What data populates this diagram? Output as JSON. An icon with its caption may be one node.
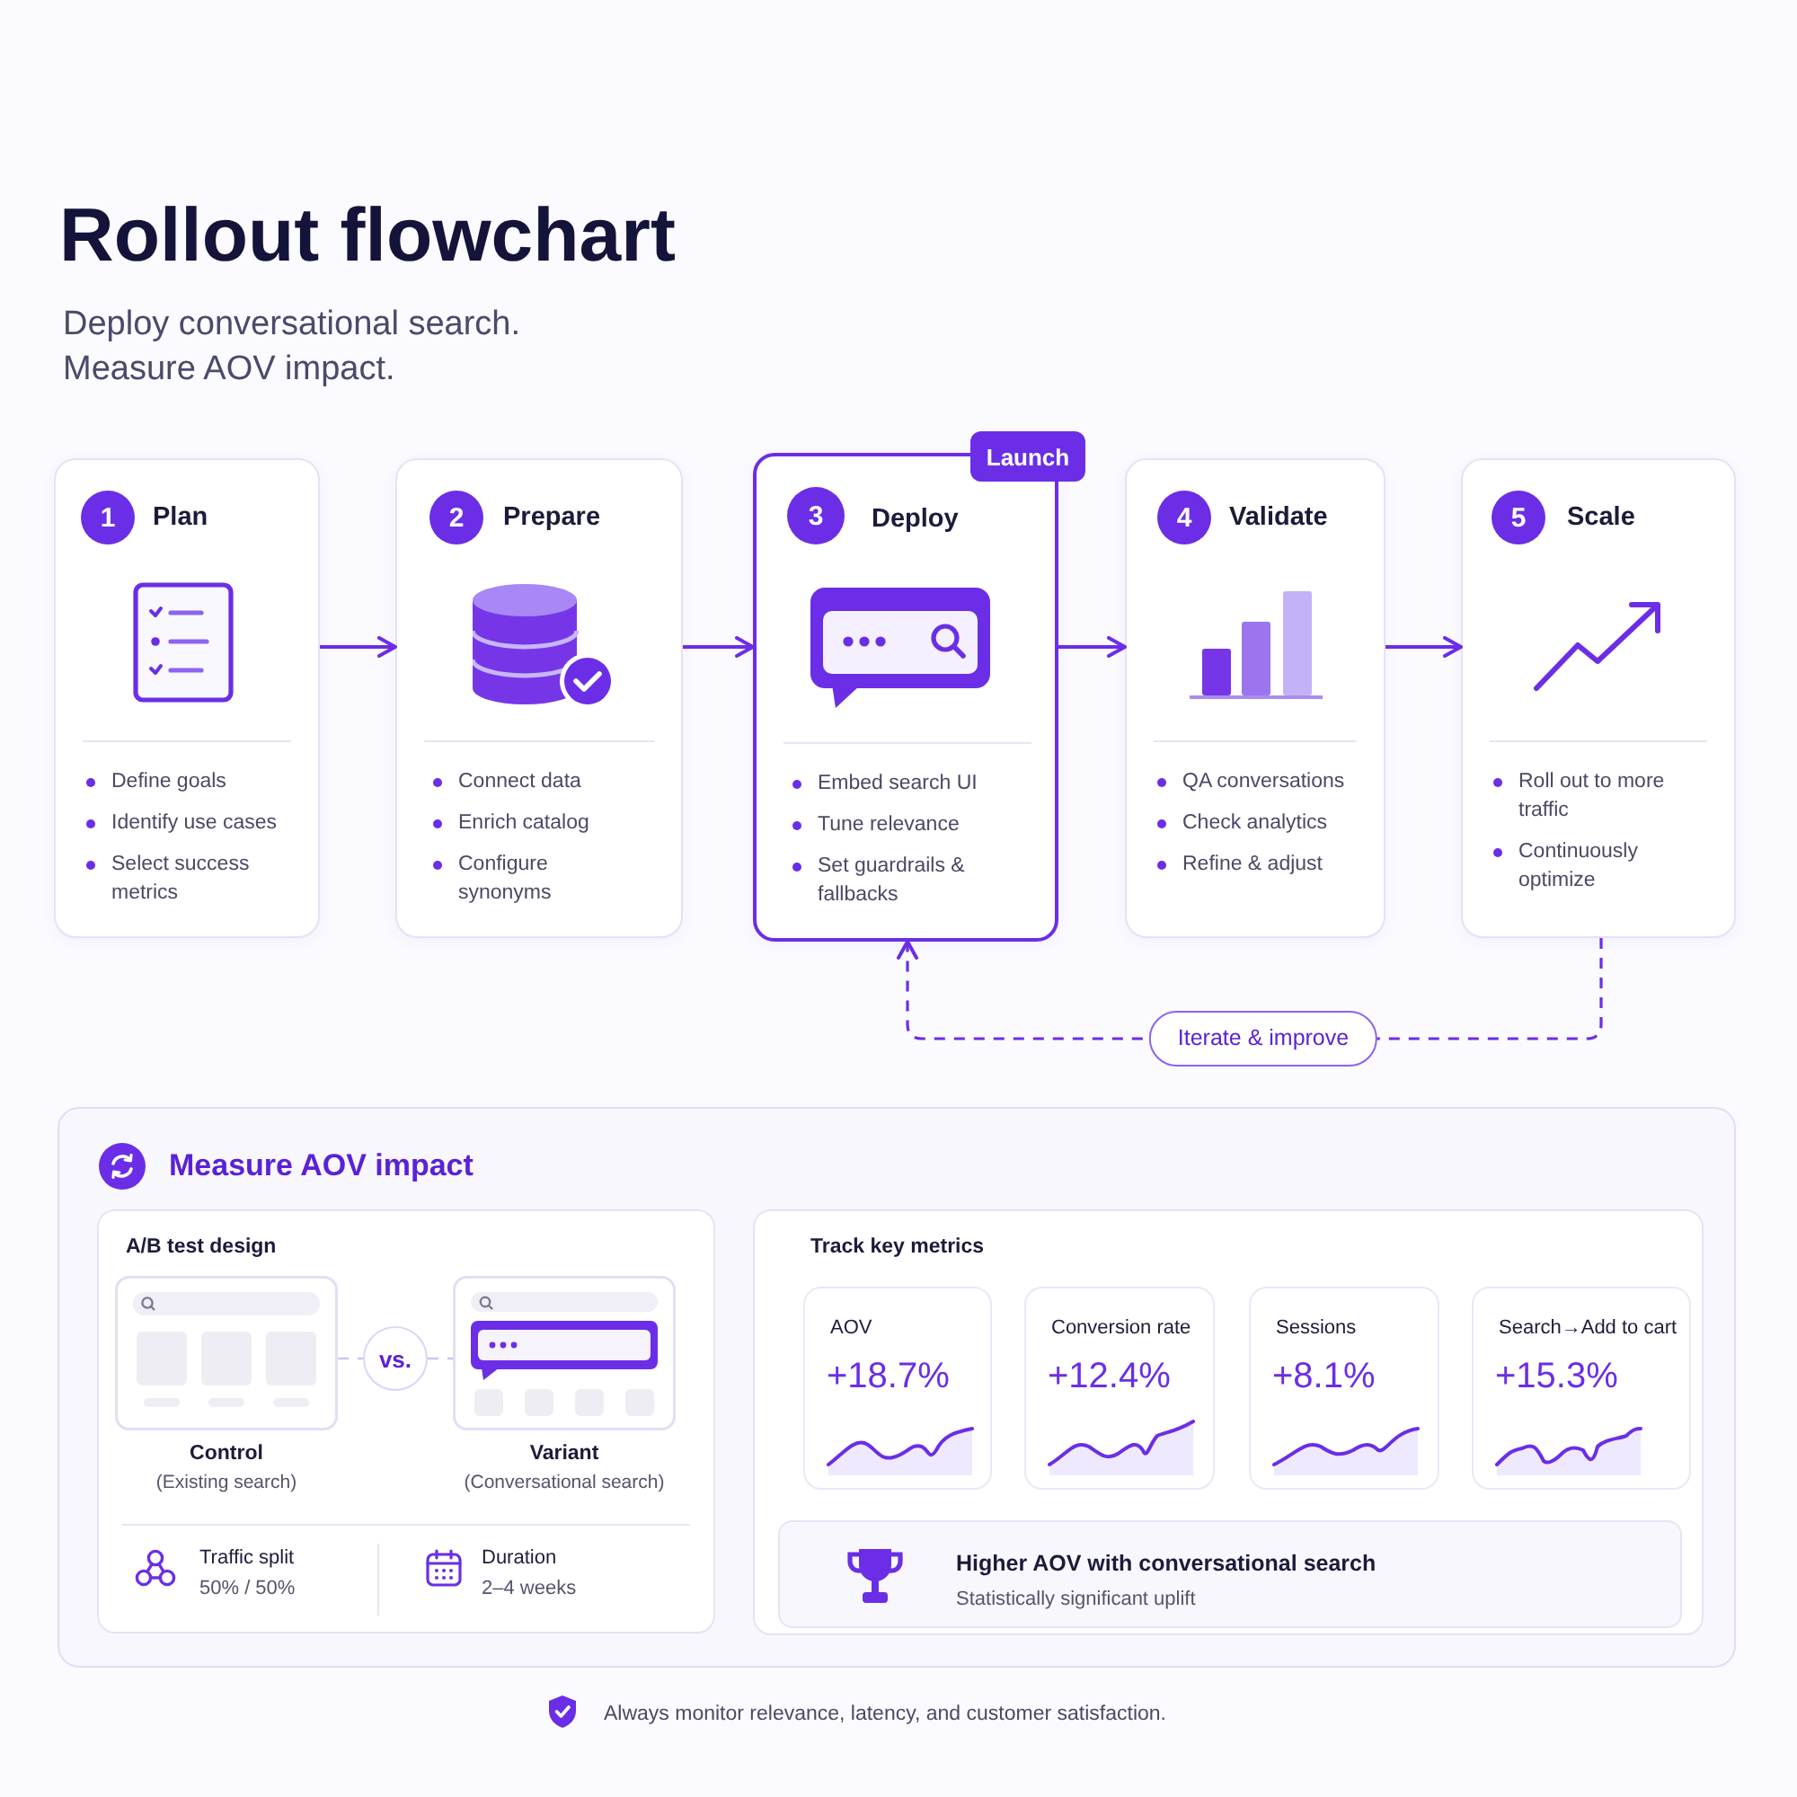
{
  "diagram": {
    "title": "Rollout flowchart",
    "nodes": [
      {
        "text": [
          "Plan",
          "Define goals",
          "Identify use cases",
          "Select success metrics"
        ]
      },
      {
        "text": [
          "1"
        ],
        "in": 0
      },
      {
        "text": [
          "Prepare",
          "Connect data",
          "Enrich catalog",
          "Configure synonyms"
        ]
      },
      {
        "text": [
          "2"
        ],
        "in": 2
      },
      {
        "text": [
          "Deploy",
          "Embed search UI",
          "Tune relevance",
          "Set guardrails & fallbacks"
        ]
      },
      {
        "text": [
          "3"
        ],
        "in": 4
      },
      {
        "text": [
          "Launch"
        ]
      },
      {
        "text": [
          "Validate",
          "QA conversations",
          "Check analytics",
          "Refine & adjust"
        ]
      },
      {
        "text": [
          "4"
        ],
        "in": 7
      },
      {
        "text": [
          "Scale",
          "Roll out to more traffic",
          "Continuously optimize"
        ]
      },
      {
        "text": [
          "5"
        ],
        "in": 9
      },
      {
        "text": [
          "Measure AOV impact"
        ]
      },
      {
        "text": [
          "A/B test design"
        ],
        "in": 11
      },
      {
        "text": [
          "Control",
          "(Existing search)"
        ],
        "in": 12
      },
      {
        "text": [
          "vs."
        ],
        "in": 12
      },
      {
        "text": [
          "Variant",
          "(Conversational search)"
        ],
        "in": 12
      },
      {
        "text": [
          "Track key metrics"
        ],
        "in": 11
      },
      {
        "text": [
          "AOV",
          "+18.7%"
        ],
        "in": 16
      },
      {
        "text": [
          "Conversion rate",
          "+12.4%"
        ],
        "in": 16
      },
      {
        "text": [
          "Sessions",
          "+8.1%"
        ],
        "in": 16
      },
      {
        "text": [
          "Search→Add to cart",
          "+15.3%"
        ],
        "in": 16
      },
      {
        "text": [
          "Higher AOV with conversational search",
          "Statistically significant uplift"
        ],
        "in": 16
      }
    ],
    "edges": [
      {
        "from": 0,
        "to": 2,
        "arrow": "to"
      },
      {
        "from": 2,
        "to": 4,
        "arrow": "to"
      },
      {
        "from": 4,
        "to": 7,
        "arrow": "to"
      },
      {
        "from": 7,
        "to": 9,
        "arrow": "to"
      },
      {
        "from": 9,
        "to": 4,
        "arrow": "to",
        "label": "Iterate & improve",
        "style": "dashed"
      },
      {
        "from": 13,
        "to": 14,
        "arrow": "none",
        "style": "dashed",
        "color": "#cfc4f5"
      },
      {
        "from": 14,
        "to": 15,
        "arrow": "none",
        "style": "dashed",
        "color": "#cfc4f5"
      }
    ],
    "labels": [
      "Deploy conversational search. Measure AOV impact.",
      "Traffic split",
      "50% / 50%",
      "Duration",
      "2–4 weeks",
      "Always monitor relevance, latency, and customer satisfaction."
    ]
  }
}
